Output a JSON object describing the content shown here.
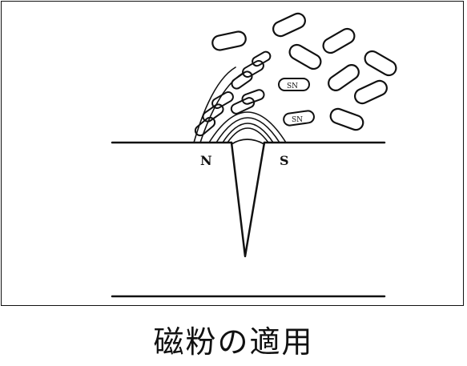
{
  "figure": {
    "caption": "磁粉の適用",
    "pole_labels": {
      "north": "N",
      "south": "S"
    },
    "particle_text": "SN",
    "colors": {
      "ink": "#111111",
      "background": "#ffffff"
    }
  }
}
